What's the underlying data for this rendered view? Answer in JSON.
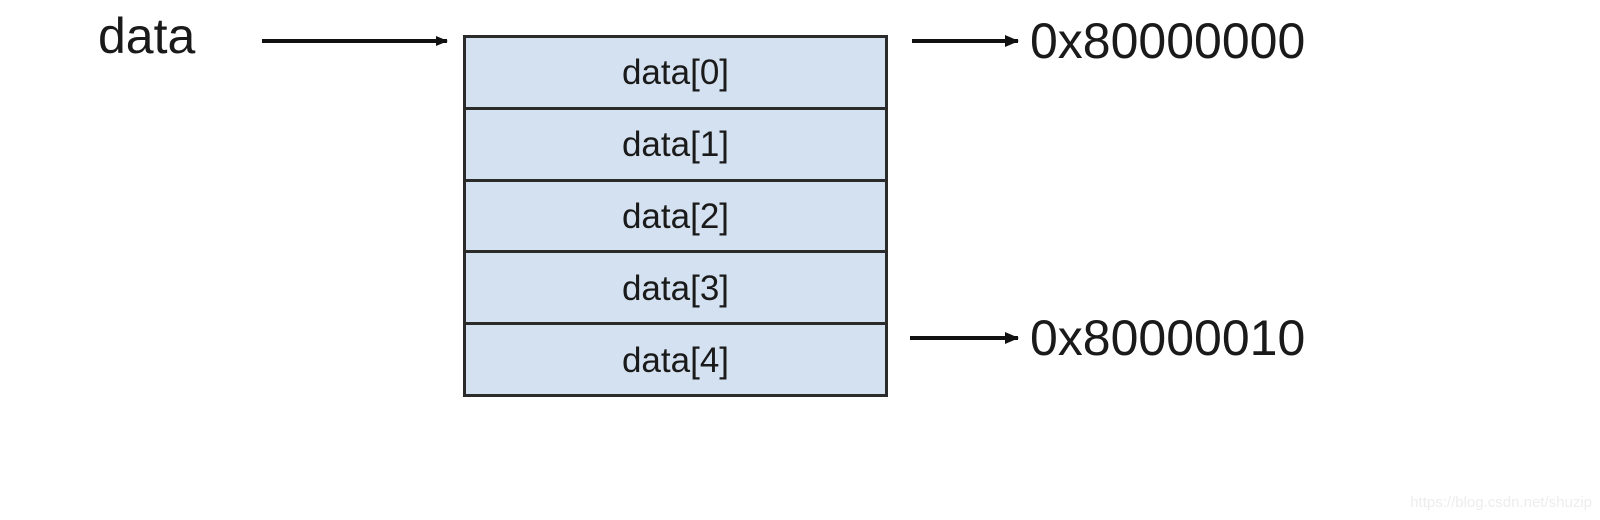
{
  "diagram": {
    "title": "array-memory-layout",
    "pointer": {
      "label": "data",
      "arrow_icon": "arrow-right-icon"
    },
    "memory_block": {
      "cells": [
        {
          "label": "data[0]"
        },
        {
          "label": "data[1]"
        },
        {
          "label": "data[2]"
        },
        {
          "label": "data[3]"
        },
        {
          "label": "data[4]"
        }
      ],
      "fill_color": "#d4e1f0",
      "border_color": "#2b2b2b"
    },
    "addresses": [
      {
        "value": "0x80000000",
        "arrow_icon": "arrow-left-icon",
        "points_to": "data[0]"
      },
      {
        "value": "0x80000010",
        "arrow_icon": "arrow-left-icon",
        "points_to": "data[4]"
      }
    ]
  },
  "watermark": {
    "text": "https://blog.csdn.net/shuzip"
  }
}
